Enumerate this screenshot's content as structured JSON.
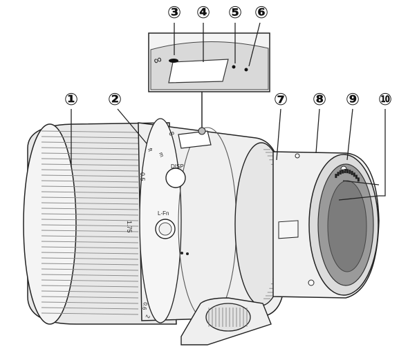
{
  "callouts": [
    {
      "id": 1,
      "label": "①"
    },
    {
      "id": 2,
      "label": "②"
    },
    {
      "id": 3,
      "label": "③"
    },
    {
      "id": 4,
      "label": "④"
    },
    {
      "id": 5,
      "label": "⑤"
    },
    {
      "id": 6,
      "label": "⑥"
    },
    {
      "id": 7,
      "label": "⑦"
    },
    {
      "id": 8,
      "label": "⑧"
    },
    {
      "id": 9,
      "label": "⑨"
    },
    {
      "id": 10,
      "label": "⑩"
    }
  ],
  "lens_markings": {
    "distance_scale": [
      "ft",
      "m",
      "0.5",
      "1.75",
      "0.6",
      "2"
    ],
    "infinity_mark": "∞",
    "disp_button": "DISP",
    "lfn_button": "L-Fn",
    "inset_infinity": "∞"
  }
}
